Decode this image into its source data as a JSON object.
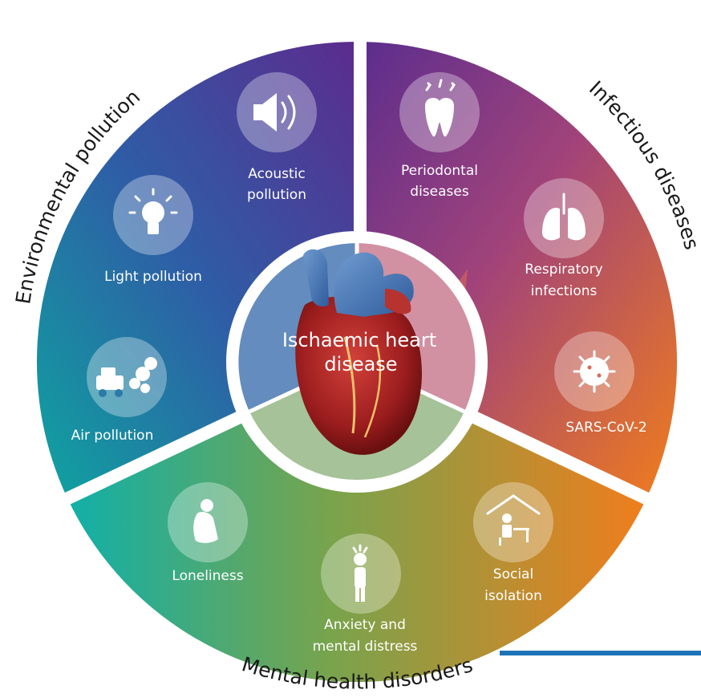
{
  "center": {
    "line1": "Ischaemic heart",
    "line2": "disease"
  },
  "sectors": {
    "environmental": {
      "title": "Environmental pollution",
      "items": [
        {
          "icon": "speaker-icon",
          "line1": "Acoustic",
          "line2": "pollution"
        },
        {
          "icon": "lightbulb-icon",
          "line1": "Light pollution"
        },
        {
          "icon": "car-exhaust-icon",
          "line1": "Air pollution"
        }
      ]
    },
    "infectious": {
      "title": "Infectious diseases",
      "items": [
        {
          "icon": "tooth-icon",
          "line1": "Periodontal",
          "line2": "diseases"
        },
        {
          "icon": "lungs-icon",
          "line1": "Respiratory",
          "line2": "infections"
        },
        {
          "icon": "virus-icon",
          "line1": "SARS-CoV-2"
        }
      ]
    },
    "mental": {
      "title": "Mental health disorders",
      "items": [
        {
          "icon": "lonely-person-icon",
          "line1": "Loneliness"
        },
        {
          "icon": "anxious-person-icon",
          "line1": "Anxiety and",
          "line2": "mental distress"
        },
        {
          "icon": "isolated-person-icon",
          "line1": "Social",
          "line2": "isolation"
        }
      ]
    }
  },
  "colors": {
    "purple": "#5b2d8c",
    "violet": "#7a3a98",
    "teal": "#1aa59e",
    "orange": "#ee7d1d",
    "accent_line": "#1e73b8"
  }
}
